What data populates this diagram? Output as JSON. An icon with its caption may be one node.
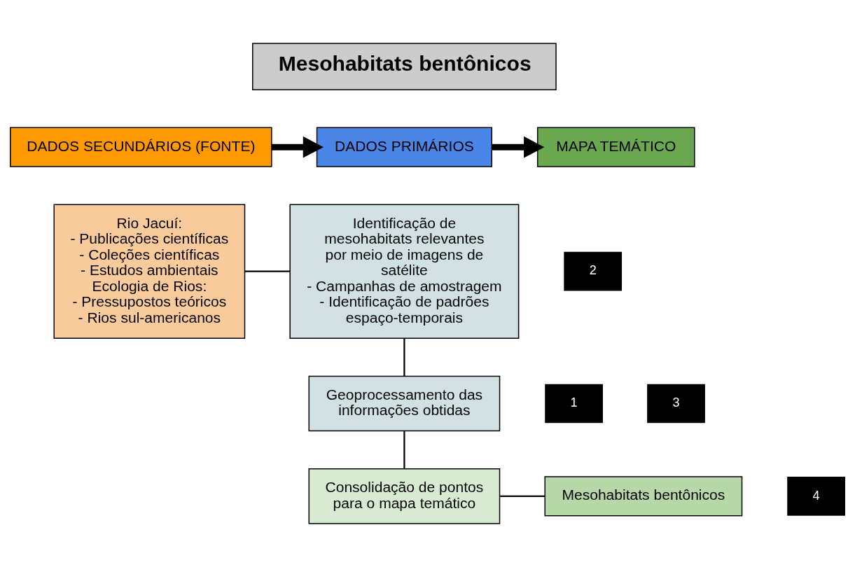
{
  "diagram": {
    "nodes": [
      {
        "text": [
          "Mesohabitats bentônicos"
        ]
      },
      {
        "text": [
          "DADOS SECUNDÁRIOS (FONTE)"
        ]
      },
      {
        "text": [
          "DADOS PRIMÁRIOS"
        ]
      },
      {
        "text": [
          "MAPA TEMÁTICO"
        ]
      },
      {
        "text": [
          "Rio Jacuí:",
          "- Publicações científicas",
          "- Coleções científicas",
          "- Estudos ambientais",
          "Ecologia de Rios:",
          "- Pressupostos teóricos",
          "- Rios sul-americanos"
        ]
      },
      {
        "text": [
          "Identificação de mesohabitats relevantes por meio de imagens de satélite",
          "- Campanhas de amostragem",
          "- Identificação de padrões espaço-temporais"
        ]
      },
      {
        "text": [
          "1"
        ]
      },
      {
        "text": [
          "2"
        ]
      },
      {
        "text": [
          "Geoprocessamento das informações obtidas"
        ]
      },
      {
        "text": [
          "3"
        ]
      },
      {
        "text": [
          "Consolidação de pontos para o mapa temático"
        ]
      },
      {
        "text": [
          "Mesohabitats bentônicos"
        ]
      },
      {
        "text": [
          "4"
        ]
      }
    ],
    "edges": [
      {
        "from": 1,
        "to": 2,
        "arrow": "to",
        "style": "thick"
      },
      {
        "from": 2,
        "to": 3,
        "arrow": "to",
        "style": "thick"
      },
      {
        "from": 4,
        "to": 5,
        "arrow": "none"
      },
      {
        "from": 5,
        "to": 8,
        "arrow": "none"
      },
      {
        "from": 8,
        "to": 10,
        "arrow": "none"
      },
      {
        "from": 10,
        "to": 11,
        "arrow": "none"
      }
    ]
  }
}
